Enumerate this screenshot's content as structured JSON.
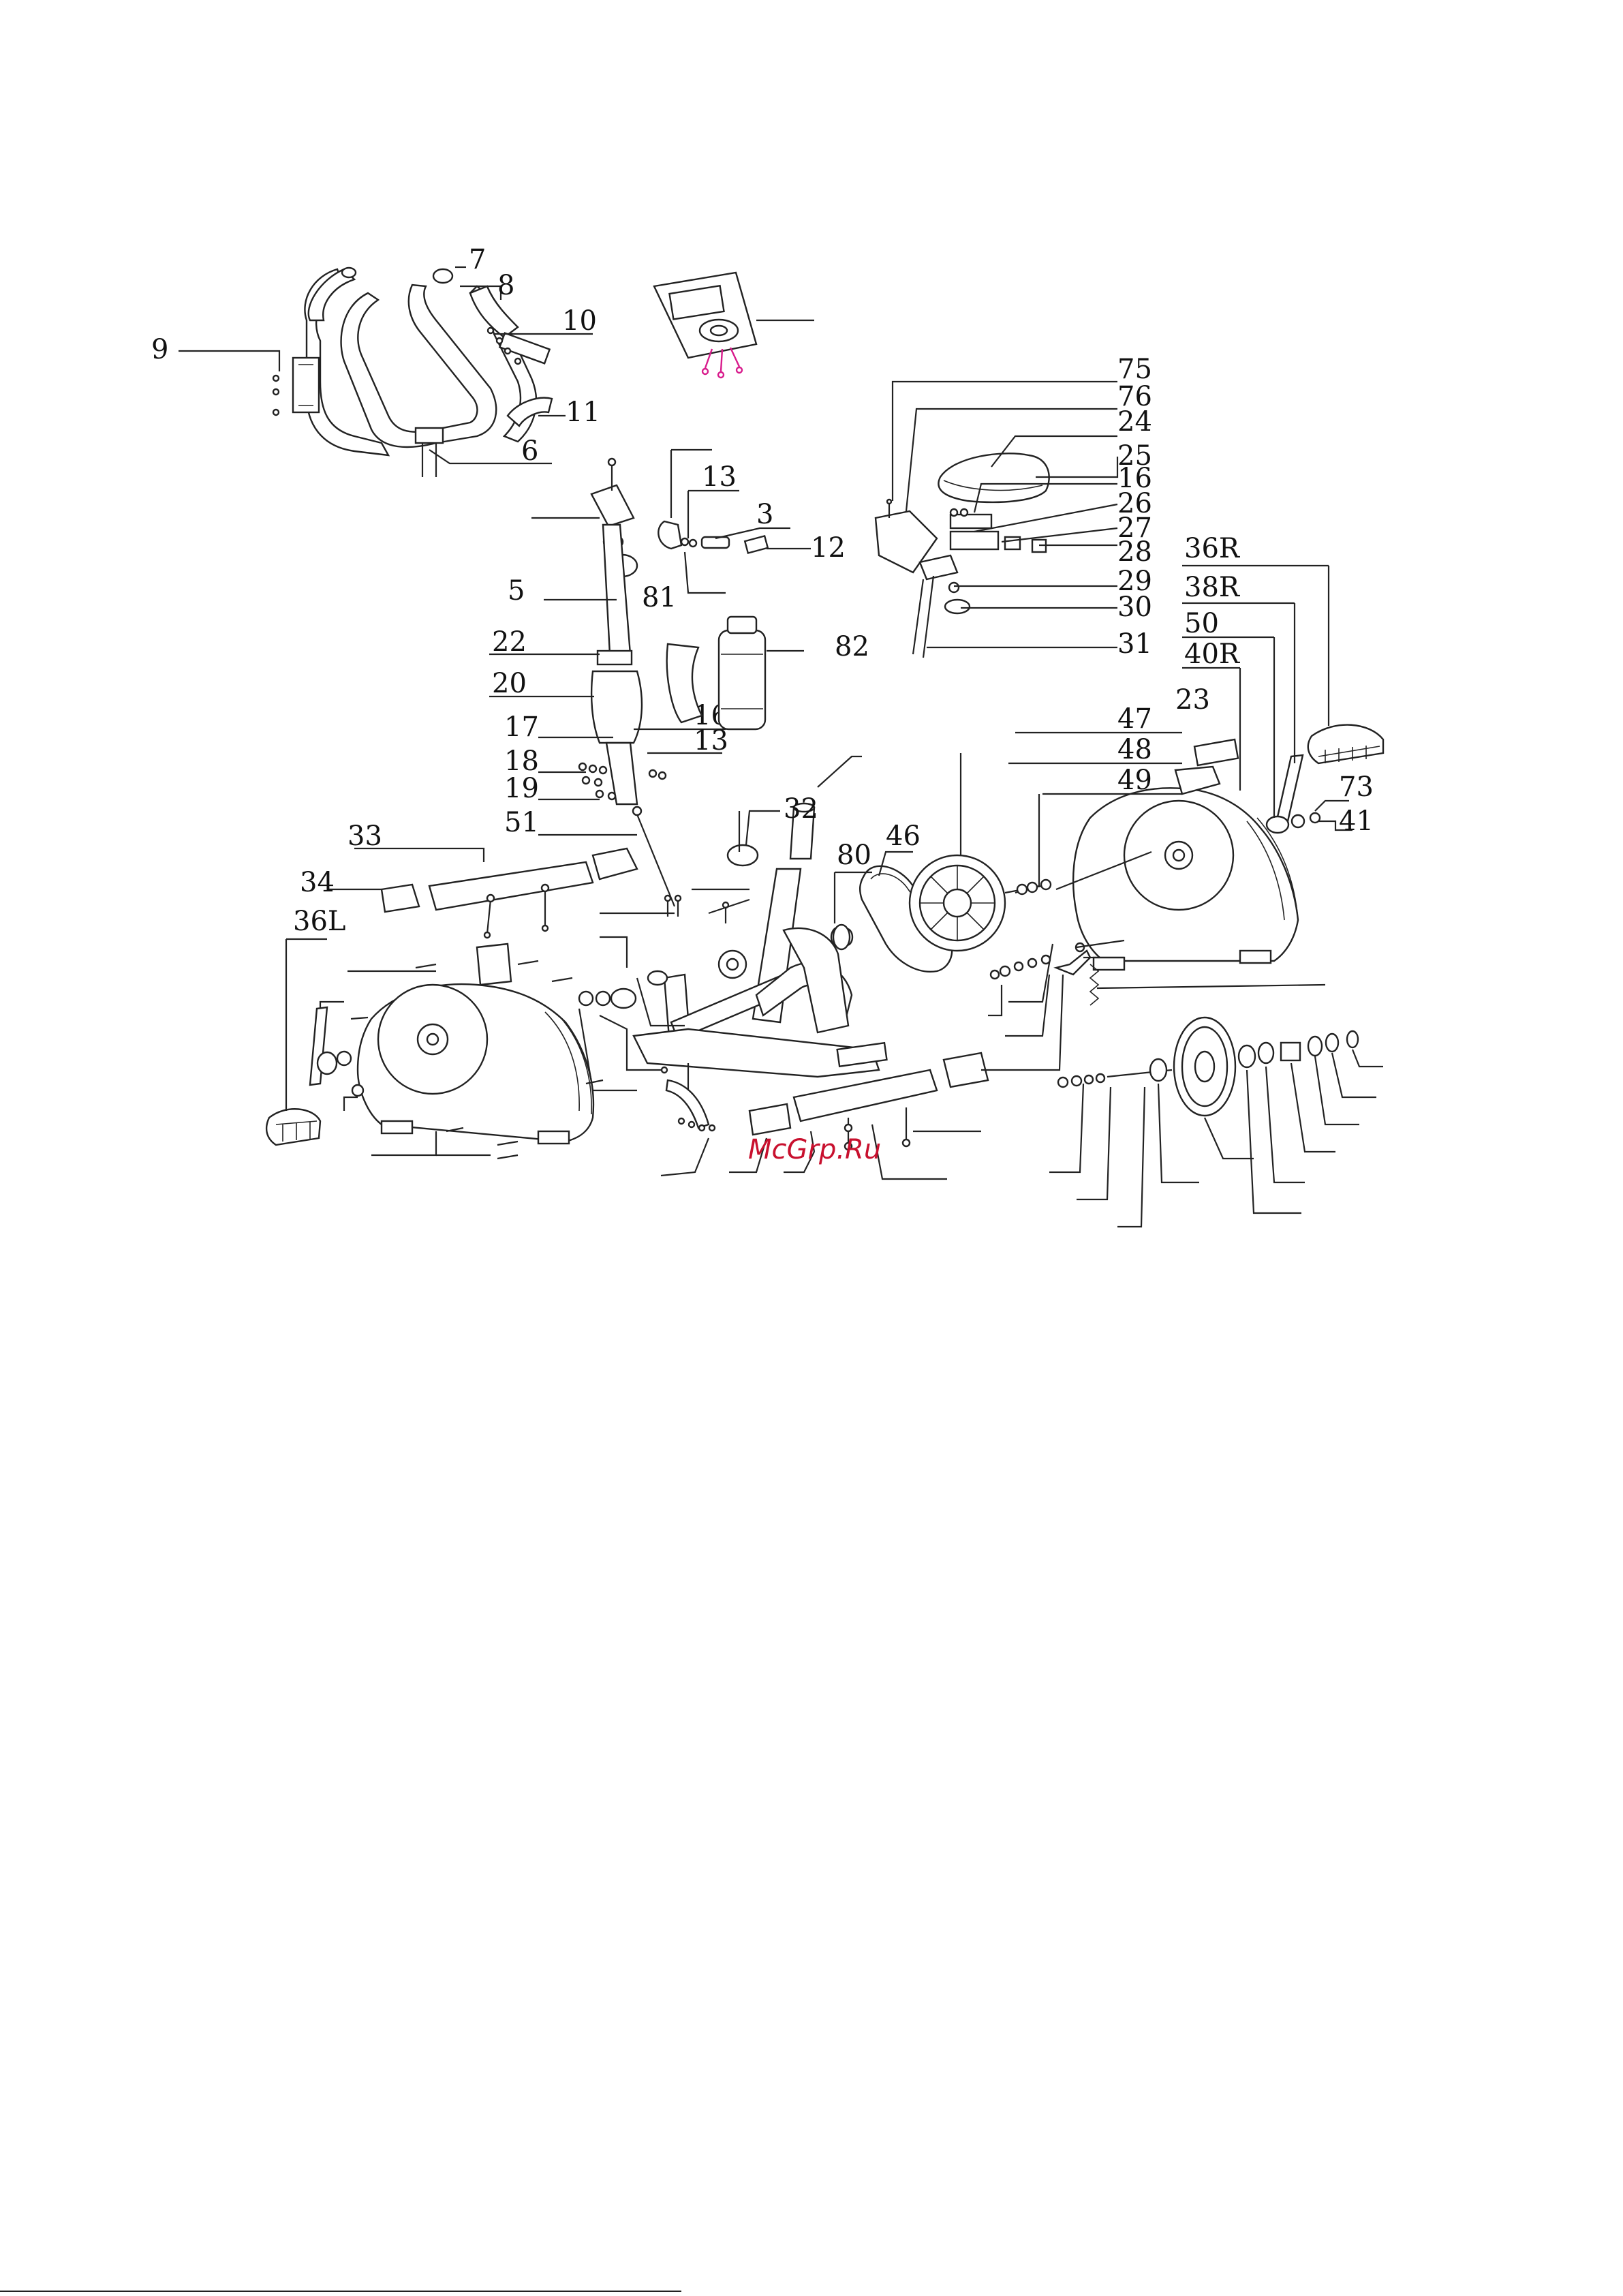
{
  "diagram": {
    "labels": [
      {
        "id": "l7",
        "text": "7"
      },
      {
        "id": "l8",
        "text": "8"
      },
      {
        "id": "l9",
        "text": "9"
      },
      {
        "id": "l10",
        "text": "10"
      },
      {
        "id": "l11",
        "text": "11"
      },
      {
        "id": "l6",
        "text": "6"
      },
      {
        "id": "l75",
        "text": "75"
      },
      {
        "id": "l76",
        "text": "76"
      },
      {
        "id": "l24",
        "text": "24"
      },
      {
        "id": "l25",
        "text": "25"
      },
      {
        "id": "l16a",
        "text": "16"
      },
      {
        "id": "l26",
        "text": "26"
      },
      {
        "id": "l27",
        "text": "27"
      },
      {
        "id": "l28",
        "text": "28"
      },
      {
        "id": "l29",
        "text": "29"
      },
      {
        "id": "l30",
        "text": "30"
      },
      {
        "id": "l31",
        "text": "31"
      },
      {
        "id": "l13a",
        "text": "13"
      },
      {
        "id": "l3",
        "text": "3"
      },
      {
        "id": "l12",
        "text": "12"
      },
      {
        "id": "l36R",
        "text": "36R"
      },
      {
        "id": "l38R",
        "text": "38R"
      },
      {
        "id": "l50",
        "text": "50"
      },
      {
        "id": "l40R",
        "text": "40R"
      },
      {
        "id": "l5",
        "text": "5"
      },
      {
        "id": "l81",
        "text": "81"
      },
      {
        "id": "l22",
        "text": "22"
      },
      {
        "id": "l20",
        "text": "20"
      },
      {
        "id": "l16b",
        "text": "16"
      },
      {
        "id": "l17",
        "text": "17"
      },
      {
        "id": "l13b",
        "text": "13"
      },
      {
        "id": "l18",
        "text": "18"
      },
      {
        "id": "l19",
        "text": "19"
      },
      {
        "id": "l51",
        "text": "51"
      },
      {
        "id": "l23",
        "text": "23"
      },
      {
        "id": "l47",
        "text": "47"
      },
      {
        "id": "l48",
        "text": "48"
      },
      {
        "id": "l49",
        "text": "49"
      },
      {
        "id": "l73",
        "text": "73"
      },
      {
        "id": "l41",
        "text": "41"
      },
      {
        "id": "l32",
        "text": "32"
      },
      {
        "id": "l33",
        "text": "33"
      },
      {
        "id": "l80",
        "text": "80"
      },
      {
        "id": "l46",
        "text": "46"
      },
      {
        "id": "l34",
        "text": "34"
      },
      {
        "id": "l36L",
        "text": "36L"
      },
      {
        "id": "l82",
        "text": "82"
      }
    ],
    "watermark": {
      "text": "McGrp.Ru",
      "color_brand": "#c8102e"
    },
    "colors": {
      "line": "#222222",
      "console_wires": "#d81b8c",
      "background": "#ffffff"
    }
  }
}
